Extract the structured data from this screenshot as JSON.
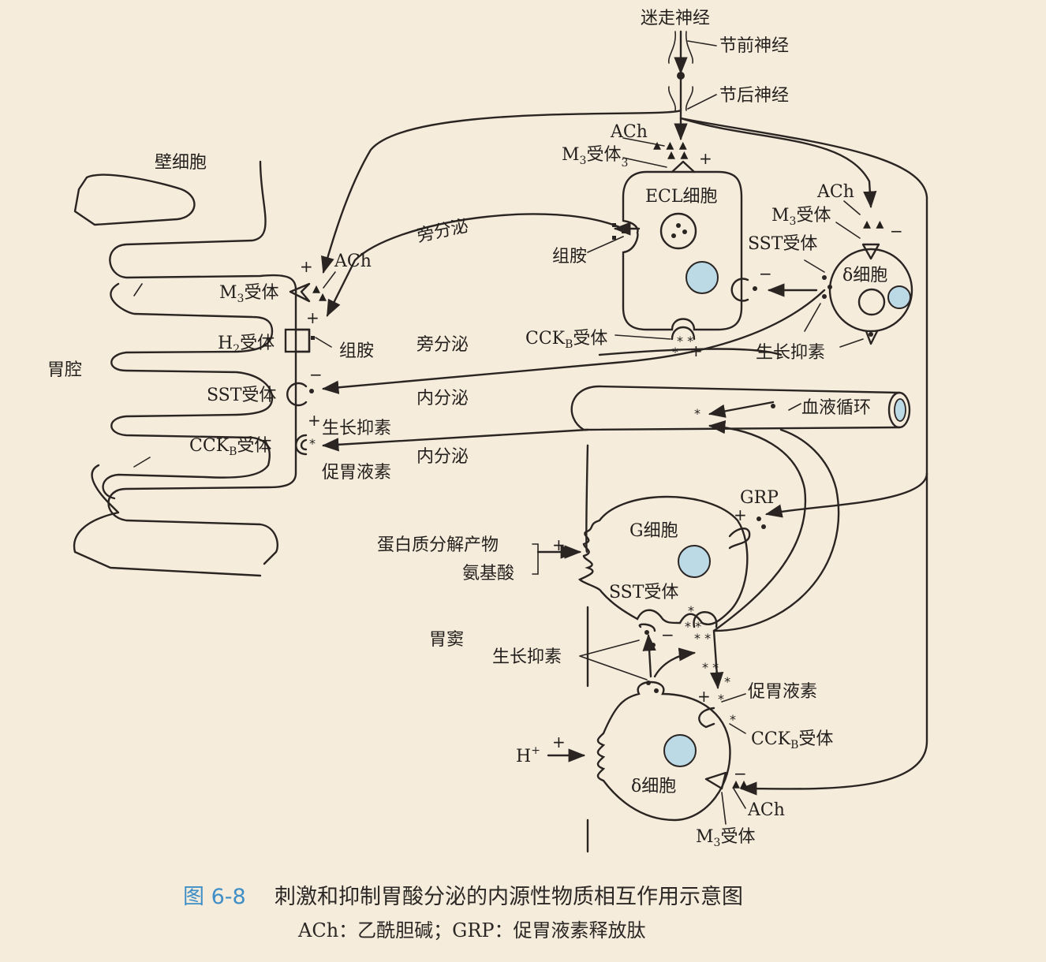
{
  "labels": {
    "vagus": "迷走神经",
    "preganglionic": "节前神经",
    "postganglionic": "节后神经",
    "parietal_cell": "壁细胞",
    "lumen": "胃腔",
    "ach_top": "ACh",
    "m3_top": "M",
    "m3_top_sub": "3",
    "m3_top_rest": "受体",
    "ecl_cell": "ECL细胞",
    "paracrine_1": "旁分泌",
    "histamine_ecl": "组胺",
    "ach_delta_top": "ACh",
    "m3_delta_top": "M",
    "m3_delta_top_sub": "3",
    "m3_delta_top_rest": "受体",
    "sst_receptor_ecl": "SST受体",
    "delta_cell_top": "δ细胞",
    "ach_parietal": "ACh",
    "m3_parietal": "M",
    "m3_parietal_sub": "3",
    "m3_parietal_rest": "受体",
    "h2_parietal": "H",
    "h2_parietal_sub": "2",
    "h2_parietal_rest": "受体",
    "histamine_parietal": "组胺",
    "paracrine_2": "旁分泌",
    "cckb_ecl": "CCK",
    "cckb_ecl_sub": "B",
    "cckb_ecl_rest": "受体",
    "somatostatin_top": "生长抑素",
    "sst_parietal": "SST受体",
    "endocrine_1": "内分泌",
    "blood": "血液循环",
    "somatostatin_parietal": "生长抑素",
    "cckb_parietal": "CCK",
    "cckb_parietal_sub": "B",
    "cckb_parietal_rest": "受体",
    "endocrine_2": "内分泌",
    "gastrin_parietal": "促胃液素",
    "grp": "GRP",
    "g_cell": "G细胞",
    "protein_products": "蛋白质分解产物",
    "amino_acids": "氨基酸",
    "sst_g": "SST受体",
    "antrum": "胃窦",
    "somatostatin_antrum": "生长抑素",
    "gastrin_antrum": "促胃液素",
    "cckb_delta": "CCK",
    "cckb_delta_sub": "B",
    "cckb_delta_rest": "受体",
    "h_plus": "H",
    "h_plus_sup": "+",
    "delta_cell_bottom": "δ细胞",
    "ach_bottom": "ACh",
    "m3_bottom": "M",
    "m3_bottom_sub": "3",
    "m3_bottom_rest": "受体"
  },
  "caption": {
    "figure_no": "图 6-8",
    "title": "刺激和抑制胃酸分泌的内源性物质相互作用示意图",
    "note": "ACh：乙酰胆碱；GRP：促胃液素释放肽"
  },
  "colors": {
    "background": "#f5ecdc",
    "ink": "#2a2522",
    "nucleus": "#bcd9e6",
    "caption_blue": "#3f8fc6"
  }
}
